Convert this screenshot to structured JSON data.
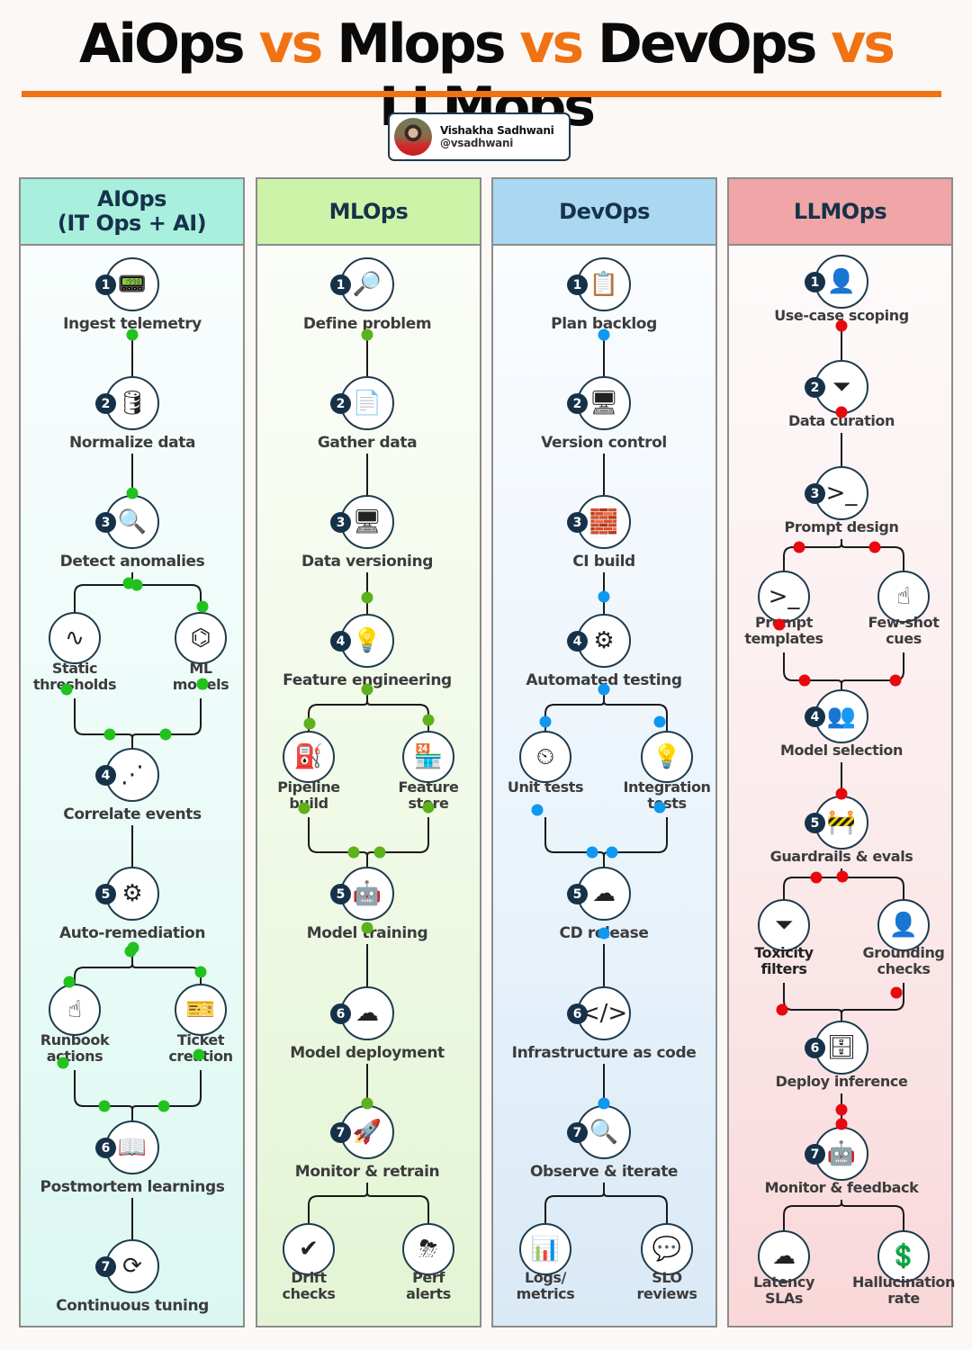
{
  "title": {
    "parts": [
      "AiOps",
      "vs",
      "Mlops",
      "vs",
      "DevOps",
      "vs",
      "LLMops"
    ],
    "accent_color": "#f07212"
  },
  "author": {
    "name": "Vishakha Sadhwani",
    "handle": "@vsadhwani"
  },
  "columns": [
    {
      "id": "aiops",
      "header": [
        "AIOps",
        "(IT Ops + AI)"
      ],
      "header_color": "#a8efdd",
      "dot_color": "#22c21e",
      "steps": [
        {
          "num": "1",
          "label": "Ingest telemetry",
          "icon": "telemetry-icon"
        },
        {
          "num": "2",
          "label": "Normalize data",
          "icon": "database-clean-icon"
        },
        {
          "num": "3",
          "label": "Detect anomalies",
          "icon": "anomaly-search-icon"
        },
        {
          "num": "4",
          "label": "Correlate events",
          "icon": "scatter-plot-icon"
        },
        {
          "num": "5",
          "label": "Auto-remediation",
          "icon": "gear-repair-icon"
        },
        {
          "num": "6",
          "label": "Postmortem learnings",
          "icon": "open-book-icon"
        },
        {
          "num": "7",
          "label": "Continuous tuning",
          "icon": "cycle-box-icon"
        }
      ],
      "branches": [
        {
          "after_step": "3",
          "left": [
            "Static",
            "thresholds"
          ],
          "right": [
            "ML",
            "models"
          ],
          "left_icon": "threshold-chart-icon",
          "right_icon": "ai-chip-icon"
        },
        {
          "after_step": "5",
          "left": [
            "Runbook",
            "actions"
          ],
          "right": [
            "Ticket",
            "creation"
          ],
          "left_icon": "touch-automation-icon",
          "right_icon": "ticket-icon"
        }
      ]
    },
    {
      "id": "mlops",
      "header": [
        "MLOps"
      ],
      "header_color": "#cdf3a8",
      "dot_color": "#5db11a",
      "steps": [
        {
          "num": "1",
          "label": "Define problem",
          "icon": "document-search-icon"
        },
        {
          "num": "2",
          "label": "Gather data",
          "icon": "document-check-icon"
        },
        {
          "num": "3",
          "label": "Data versioning",
          "icon": "monitor-gear-icon"
        },
        {
          "num": "4",
          "label": "Feature engineering",
          "icon": "lightbulb-gear-icon"
        },
        {
          "num": "5",
          "label": "Model training",
          "icon": "robot-board-icon"
        },
        {
          "num": "6",
          "label": "Model deployment",
          "icon": "cloud-server-icon"
        },
        {
          "num": "7",
          "label": "Monitor & retrain",
          "icon": "monitor-rocket-icon"
        }
      ],
      "branches": [
        {
          "after_step": "4",
          "left": [
            "Pipeline",
            "build"
          ],
          "right": [
            "Feature",
            "store"
          ],
          "left_icon": "pipeline-icon",
          "right_icon": "store-icon"
        },
        {
          "after_step": "7",
          "left": [
            "Drift",
            "checks"
          ],
          "right": [
            "Perf",
            "alerts"
          ],
          "left_icon": "checkmark-icon",
          "right_icon": "storm-alert-icon"
        }
      ]
    },
    {
      "id": "devops",
      "header": [
        "DevOps"
      ],
      "header_color": "#a9d8f0",
      "dot_color": "#0e98f0",
      "steps": [
        {
          "num": "1",
          "label": "Plan backlog",
          "icon": "clipboard-target-icon"
        },
        {
          "num": "2",
          "label": "Version control",
          "icon": "monitor-branch-icon"
        },
        {
          "num": "3",
          "label": "CI build",
          "icon": "brick-wall-icon"
        },
        {
          "num": "4",
          "label": "Automated testing",
          "icon": "workflow-icon"
        },
        {
          "num": "5",
          "label": "CD release",
          "icon": "cloud-gears-icon"
        },
        {
          "num": "6",
          "label": "Infrastructure as code",
          "icon": "code-window-icon"
        },
        {
          "num": "7",
          "label": "Observe & iterate",
          "icon": "report-search-icon"
        }
      ],
      "branches": [
        {
          "after_step": "4",
          "left": [
            "Unit tests"
          ],
          "right": [
            "Integration",
            "tests"
          ],
          "left_icon": "gauge-monitor-icon",
          "right_icon": "integration-icon"
        },
        {
          "after_step": "7",
          "left": [
            "Logs/",
            "metrics"
          ],
          "right": [
            "SLO",
            "reviews"
          ],
          "left_icon": "metrics-chart-icon",
          "right_icon": "chat-bubbles-icon"
        }
      ]
    },
    {
      "id": "llmops",
      "header": [
        "LLMOps"
      ],
      "header_color": "#f0a5a7",
      "dot_color": "#e8090f",
      "steps": [
        {
          "num": "1",
          "label": "Use-case scoping",
          "icon": "person-flow-icon"
        },
        {
          "num": "2",
          "label": "Data curation",
          "icon": "funnel-icon"
        },
        {
          "num": "3",
          "label": "Prompt design",
          "icon": "prompt-edit-icon"
        },
        {
          "num": "4",
          "label": "Model selection",
          "icon": "group-search-icon"
        },
        {
          "num": "5",
          "label": "Guardrails & evals",
          "icon": "barrier-icon"
        },
        {
          "num": "6",
          "label": "Deploy inference",
          "icon": "server-cloud-icon"
        },
        {
          "num": "7",
          "label": "Monitor & feedback",
          "icon": "robot-chat-icon"
        }
      ],
      "branches": [
        {
          "after_step": "3",
          "left": [
            "Prompt",
            "templates"
          ],
          "right": [
            "Few-shot",
            "cues"
          ],
          "left_icon": "terminal-icon",
          "right_icon": "hand-chat-icon"
        },
        {
          "after_step": "5",
          "left": [
            "Toxicity",
            "filters"
          ],
          "right": [
            "Grounding",
            "checks"
          ],
          "left_icon": "filter-server-icon",
          "right_icon": "user-check-icon"
        },
        {
          "after_step": "7",
          "left": [
            "Latency",
            "SLAs"
          ],
          "right": [
            "Hallucination",
            "rate"
          ],
          "left_icon": "cloud-users-icon",
          "right_icon": "coins-percent-icon"
        }
      ]
    }
  ]
}
